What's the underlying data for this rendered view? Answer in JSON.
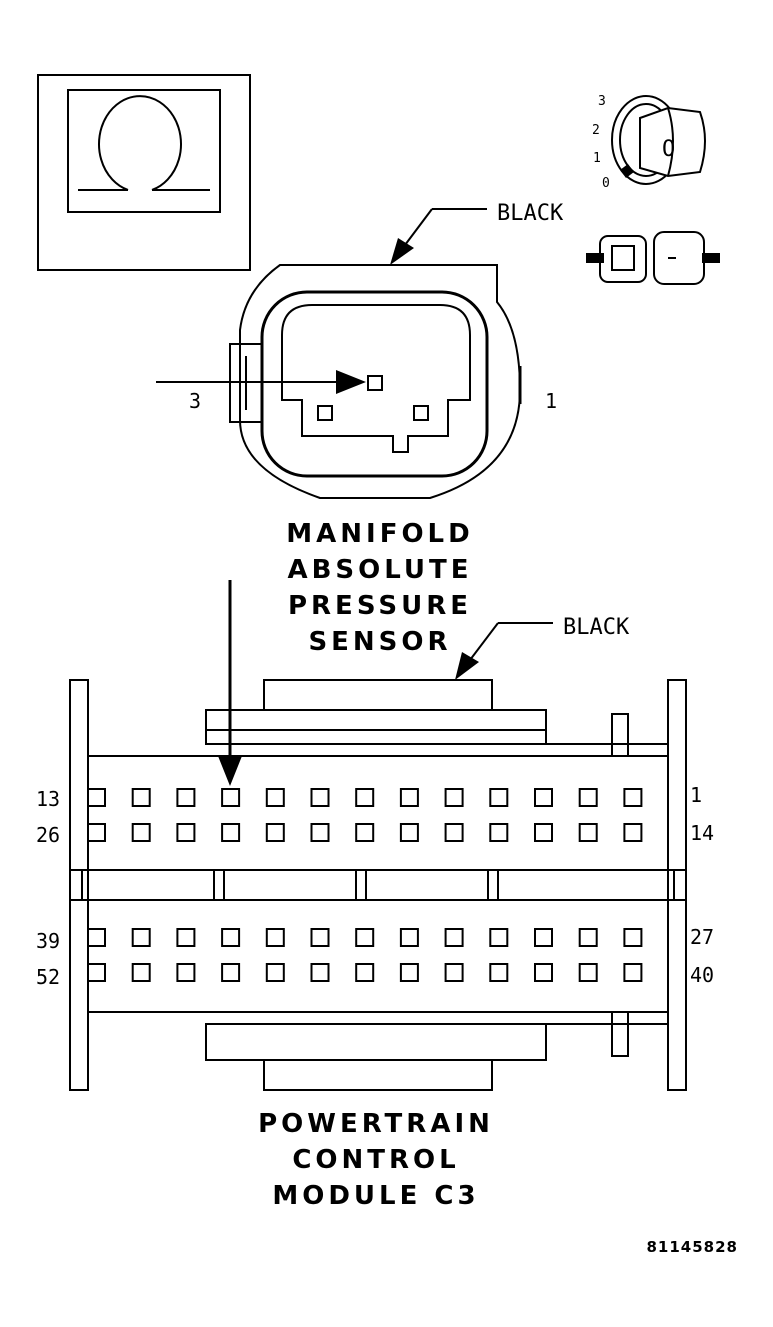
{
  "symbol": {
    "name": "ohmmeter-icon"
  },
  "ignition": {
    "positions": [
      "3",
      "2",
      "1",
      "0"
    ],
    "key_label": "O"
  },
  "sensor_connector": {
    "color_label": "BLACK",
    "pin_left": "3",
    "pin_right": "1",
    "name_lines": [
      "MANIFOLD",
      "ABSOLUTE",
      "PRESSURE",
      "SENSOR"
    ]
  },
  "pcm_connector": {
    "color_label": "BLACK",
    "row_labels": {
      "row1_left": "13",
      "row1_right": "1",
      "row2_left": "26",
      "row2_right": "14",
      "row3_left": "39",
      "row3_right": "27",
      "row4_left": "52",
      "row4_right": "40"
    },
    "cavities_per_row": 13,
    "name_lines": [
      "POWERTRAIN",
      "CONTROL",
      "MODULE C3"
    ]
  },
  "figure_code": "81145828"
}
